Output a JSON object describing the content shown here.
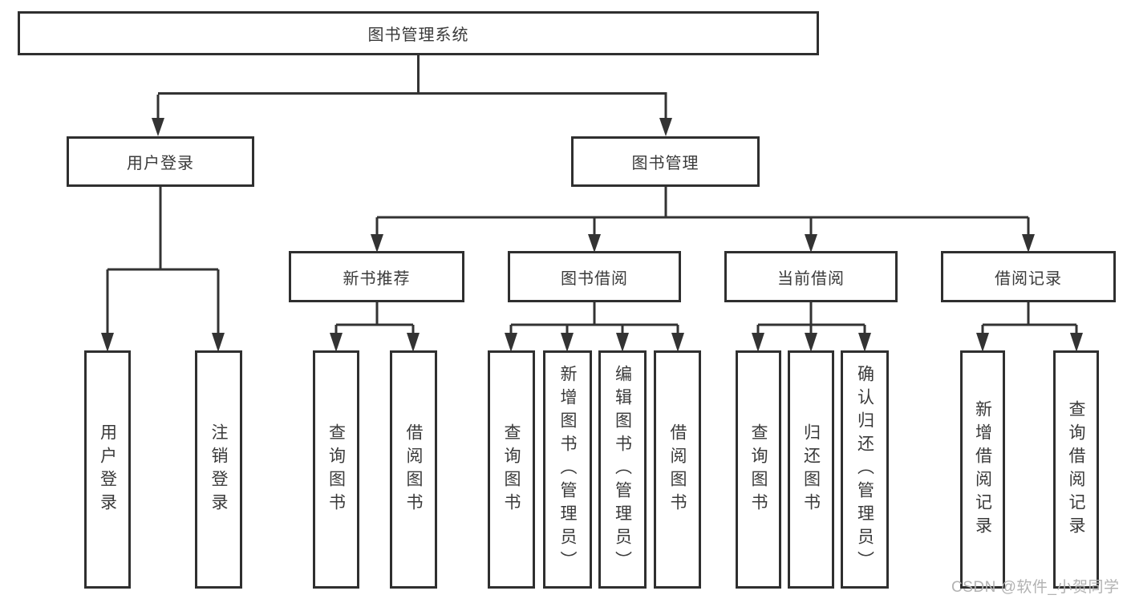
{
  "diagram": {
    "root": "图书管理系统",
    "branches": [
      {
        "label": "用户登录",
        "children": [
          "用户登录",
          "注销登录"
        ]
      },
      {
        "label": "图书管理",
        "sections": [
          {
            "label": "新书推荐",
            "children": [
              "查询图书",
              "借阅图书"
            ]
          },
          {
            "label": "图书借阅",
            "children": [
              "查询图书",
              "新增图书（管理员）",
              "编辑图书（管理员）",
              "借阅图书"
            ]
          },
          {
            "label": "当前借阅",
            "children": [
              "查询图书",
              "归还图书",
              "确认归还（管理员）"
            ]
          },
          {
            "label": "借阅记录",
            "children": [
              "新增借阅记录",
              "查询借阅记录"
            ]
          }
        ]
      }
    ]
  },
  "watermark": "CSDN @软件_小贺同学",
  "colors": {
    "line": "#333333",
    "border": "#2f2f2f",
    "text": "#3a3a3a",
    "watermark": "#b2b2b2",
    "background": "#ffffff"
  }
}
